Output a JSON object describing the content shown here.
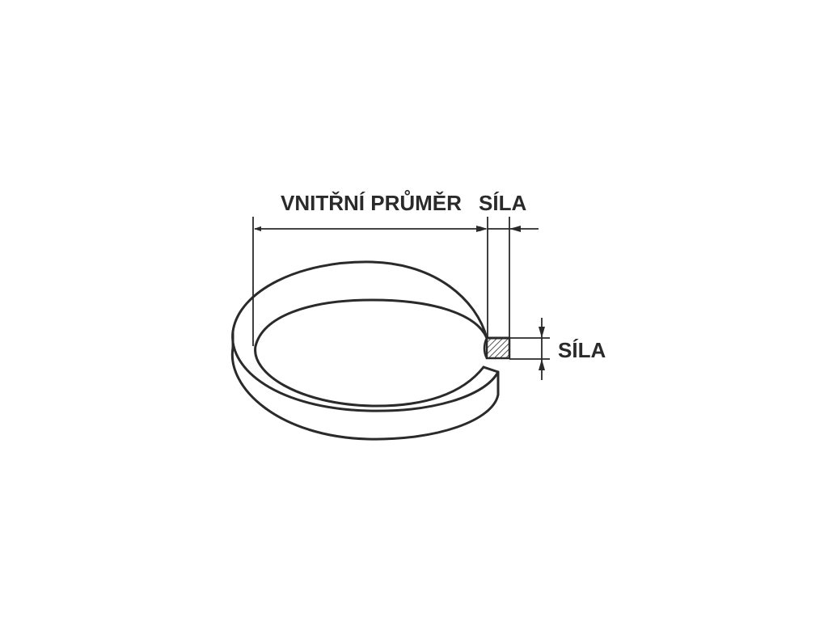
{
  "labels": {
    "inner_diameter": "VNITŘNÍ PRŮMĚR",
    "thickness_top": "SÍLA",
    "thickness_side": "SÍLA"
  },
  "colors": {
    "ink": "#2a2a2a",
    "background": "#ffffff"
  }
}
